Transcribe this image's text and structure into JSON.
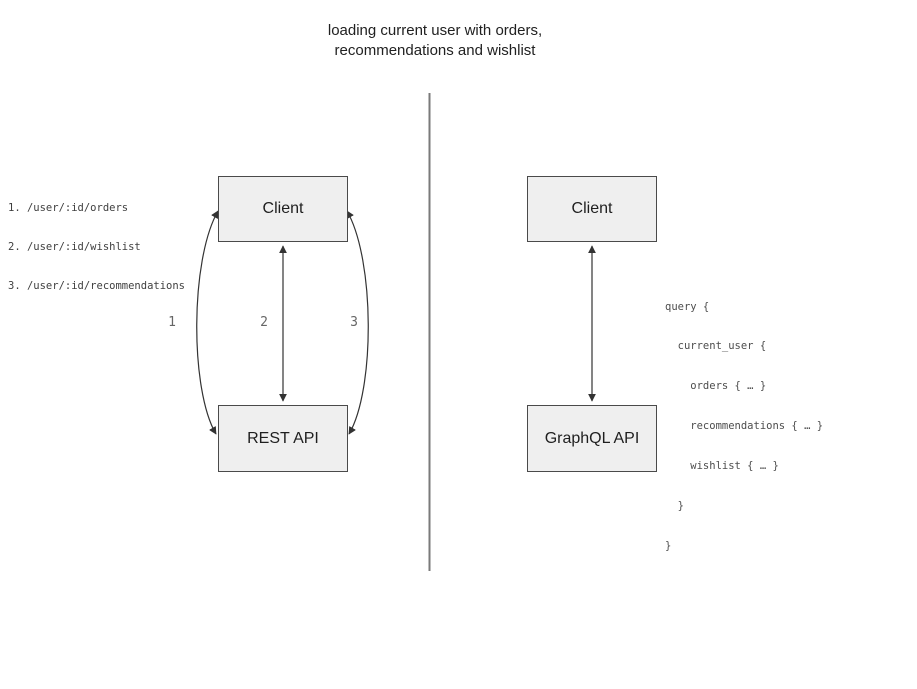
{
  "title": {
    "line1": "loading current user with orders,",
    "line2": "recommendations and wishlist"
  },
  "left": {
    "client_label": "Client",
    "api_label": "REST API",
    "endpoints": [
      "1. /user/:id/orders",
      "2. /user/:id/wishlist",
      "3. /user/:id/recommendations"
    ],
    "arrow_labels": [
      "1",
      "2",
      "3"
    ]
  },
  "right": {
    "client_label": "Client",
    "api_label": "GraphQL API",
    "query_lines": [
      "query {",
      "  current_user {",
      "    orders { … }",
      "    recommendations { … }",
      "    wishlist { … }",
      "  }",
      "}"
    ]
  },
  "colors": {
    "background": "#ffffff",
    "box_fill": "#efefef",
    "box_border": "#4a4a4a",
    "arrow": "#333333",
    "divider": "#7a7a7a",
    "label_gray": "#666666",
    "code_gray": "#4d4d4d",
    "title_text": "#212121"
  }
}
